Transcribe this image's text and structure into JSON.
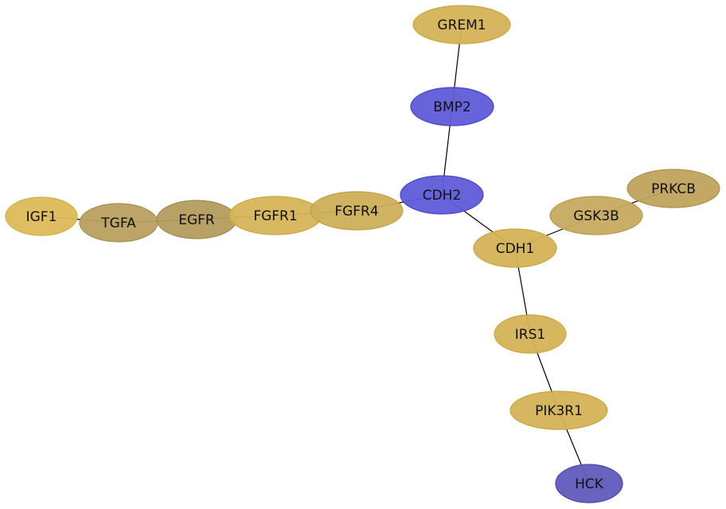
{
  "nodes": [
    {
      "id": "GREM1",
      "label": "GREM1",
      "fill": "#d4b357",
      "stroke": "#c9a63c"
    },
    {
      "id": "BMP2",
      "label": "BMP2",
      "fill": "#5f5bd9",
      "stroke": "#4a45c9"
    },
    {
      "id": "CDH2",
      "label": "CDH2",
      "fill": "#5f5bd9",
      "stroke": "#4a45c9"
    },
    {
      "id": "PRKCB",
      "label": "PRKCB",
      "fill": "#bfa25d",
      "stroke": "#b0924a"
    },
    {
      "id": "GSK3B",
      "label": "GSK3B",
      "fill": "#c6aa60",
      "stroke": "#b89a4a"
    },
    {
      "id": "CDH1",
      "label": "CDH1",
      "fill": "#d4b357",
      "stroke": "#c9a63c"
    },
    {
      "id": "IRS1",
      "label": "IRS1",
      "fill": "#d4b357",
      "stroke": "#c9a63c"
    },
    {
      "id": "PIK3R1",
      "label": "PIK3R1",
      "fill": "#d4b357",
      "stroke": "#c9a63c"
    },
    {
      "id": "HCK",
      "label": "HCK",
      "fill": "#5f5bbb",
      "stroke": "#4a46a8"
    },
    {
      "id": "IGF1",
      "label": "IGF1",
      "fill": "#dcbb57",
      "stroke": "#cfae40"
    },
    {
      "id": "TGFA",
      "label": "TGFA",
      "fill": "#b9a05f",
      "stroke": "#a88f4c"
    },
    {
      "id": "EGFR",
      "label": "EGFR",
      "fill": "#b49c5c",
      "stroke": "#a38b49"
    },
    {
      "id": "FGFR1",
      "label": "FGFR1",
      "fill": "#d6b458",
      "stroke": "#cba73f"
    },
    {
      "id": "FGFR4",
      "label": "FGFR4",
      "fill": "#ccaf58",
      "stroke": "#c0a142"
    }
  ],
  "edges": [
    [
      "GREM1",
      "BMP2"
    ],
    [
      "BMP2",
      "CDH2"
    ],
    [
      "CDH2",
      "CDH1"
    ],
    [
      "CDH2",
      "FGFR4"
    ],
    [
      "CDH1",
      "GSK3B"
    ],
    [
      "GSK3B",
      "PRKCB"
    ],
    [
      "CDH1",
      "IRS1"
    ],
    [
      "IRS1",
      "PIK3R1"
    ],
    [
      "PIK3R1",
      "HCK"
    ],
    [
      "FGFR4",
      "FGFR1"
    ],
    [
      "FGFR1",
      "EGFR"
    ],
    [
      "EGFR",
      "TGFA"
    ],
    [
      "TGFA",
      "IGF1"
    ]
  ]
}
